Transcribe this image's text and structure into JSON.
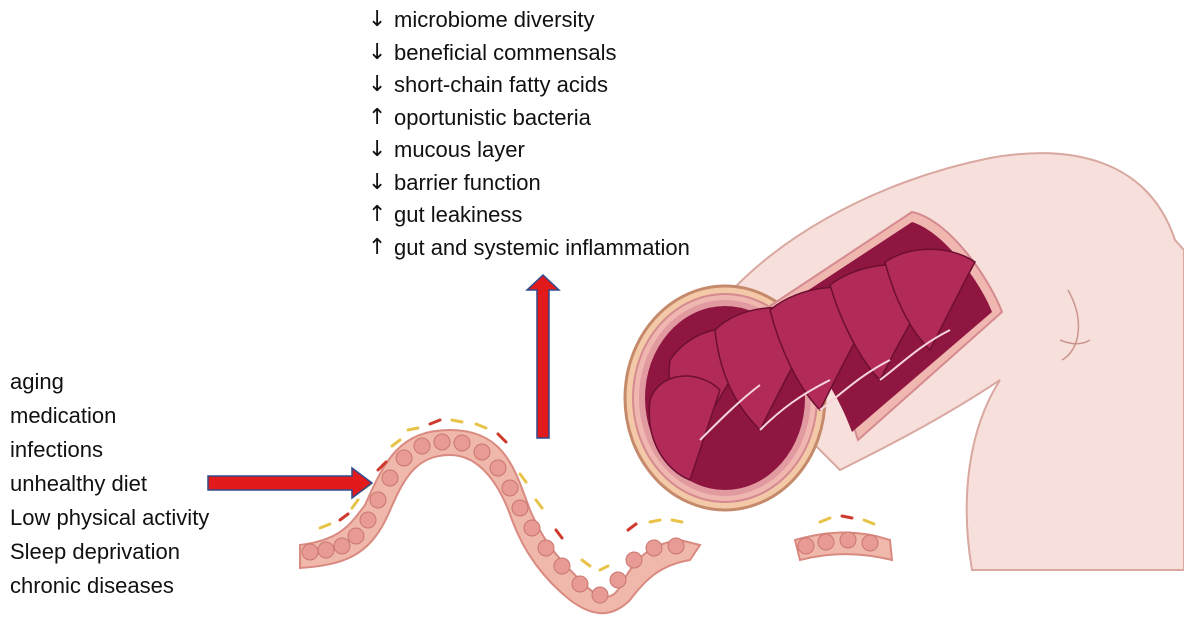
{
  "effects": [
    {
      "direction": "down",
      "arrow": "↓",
      "text": "microbiome diversity"
    },
    {
      "direction": "down",
      "arrow": "↓",
      "text": "beneficial commensals"
    },
    {
      "direction": "down",
      "arrow": "↓",
      "text": "short-chain fatty acids"
    },
    {
      "direction": "up",
      "arrow": "↑",
      "text": "oportunistic bacteria"
    },
    {
      "direction": "down",
      "arrow": "↓",
      "text": "mucous layer"
    },
    {
      "direction": "down",
      "arrow": "↓",
      "text": "barrier function"
    },
    {
      "direction": "up",
      "arrow": "↑",
      "text": "gut leakiness"
    },
    {
      "direction": "up",
      "arrow": "↑",
      "text": "gut and systemic inflammation"
    }
  ],
  "factors": [
    "aging",
    "medication",
    "infections",
    "unhealthy diet",
    "Low physical activity",
    "Sleep deprivation",
    "chronic diseases"
  ],
  "colors": {
    "arrow_fill": "#e31a1c",
    "arrow_outline": "#2f4a8c",
    "tissue_outer": "#f6d2cc",
    "tissue_edge": "#e7a89c",
    "lumen_dark": "#8e1640",
    "lumen_mid": "#b22a57",
    "mucosa_cells": "#e89a94",
    "bacteria_yellow": "#e8c34a",
    "bacteria_red": "#cf3a2c"
  }
}
